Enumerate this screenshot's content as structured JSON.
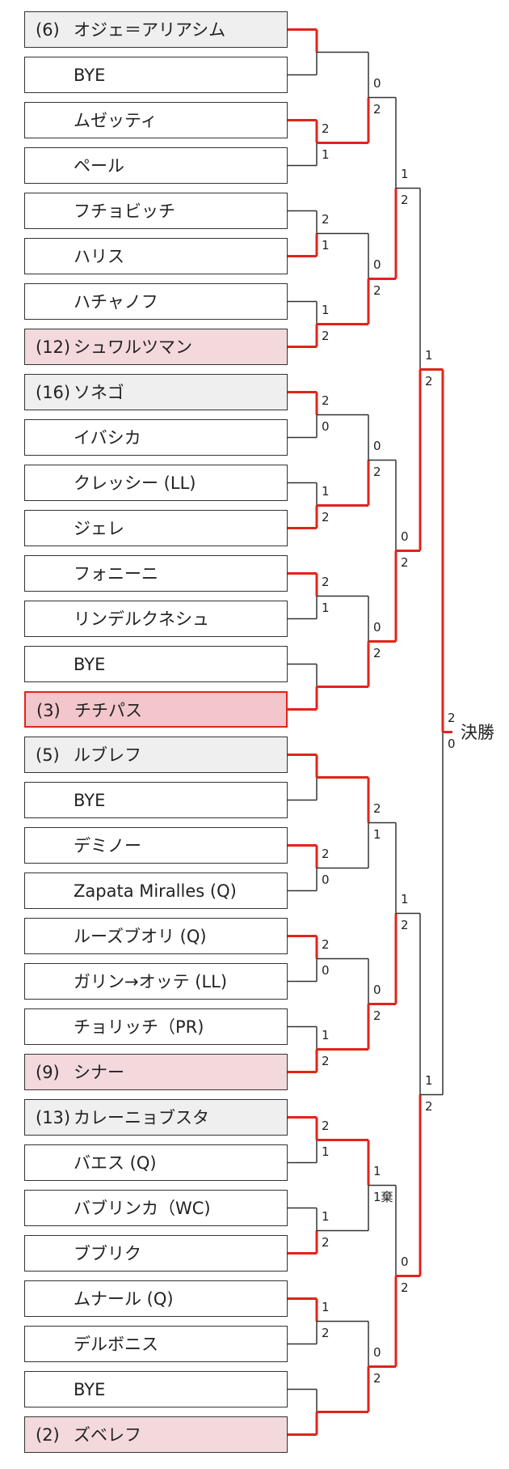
{
  "final_label": "決勝",
  "colors": {
    "winner_line": "#e0241b",
    "loser_line": "#333333"
  },
  "players": [
    {
      "seed": "(6)",
      "name": "オジェ＝アリアシム",
      "style": "seeded"
    },
    {
      "seed": "",
      "name": "BYE",
      "style": ""
    },
    {
      "seed": "",
      "name": "ムゼッティ",
      "style": ""
    },
    {
      "seed": "",
      "name": "ペール",
      "style": ""
    },
    {
      "seed": "",
      "name": "フチョビッチ",
      "style": ""
    },
    {
      "seed": "",
      "name": "ハリス",
      "style": ""
    },
    {
      "seed": "",
      "name": "ハチャノフ",
      "style": ""
    },
    {
      "seed": "(12)",
      "name": "シュワルツマン",
      "style": "hl"
    },
    {
      "seed": "(16)",
      "name": "ソネゴ",
      "style": "seeded"
    },
    {
      "seed": "",
      "name": "イバシカ",
      "style": ""
    },
    {
      "seed": "",
      "name": "クレッシー (LL)",
      "style": ""
    },
    {
      "seed": "",
      "name": "ジェレ",
      "style": ""
    },
    {
      "seed": "",
      "name": "フォニーニ",
      "style": ""
    },
    {
      "seed": "",
      "name": "リンデルクネシュ",
      "style": ""
    },
    {
      "seed": "",
      "name": "BYE",
      "style": ""
    },
    {
      "seed": "(3)",
      "name": "チチパス",
      "style": "sf"
    },
    {
      "seed": "(5)",
      "name": "ルブレフ",
      "style": "seeded"
    },
    {
      "seed": "",
      "name": "BYE",
      "style": ""
    },
    {
      "seed": "",
      "name": "デミノー",
      "style": ""
    },
    {
      "seed": "",
      "name": "Zapata Miralles (Q)",
      "style": ""
    },
    {
      "seed": "",
      "name": "ルーズブオリ (Q)",
      "style": ""
    },
    {
      "seed": "",
      "name": "ガリン→オッテ (LL)",
      "style": ""
    },
    {
      "seed": "",
      "name": "チョリッチ（PR)",
      "style": ""
    },
    {
      "seed": "(9)",
      "name": "シナー",
      "style": "hl"
    },
    {
      "seed": "(13)",
      "name": "カレーニョブスタ",
      "style": "seeded"
    },
    {
      "seed": "",
      "name": "バエス (Q)",
      "style": ""
    },
    {
      "seed": "",
      "name": "バブリンカ（WC)",
      "style": ""
    },
    {
      "seed": "",
      "name": "ブブリク",
      "style": ""
    },
    {
      "seed": "",
      "name": "ムナール (Q)",
      "style": ""
    },
    {
      "seed": "",
      "name": "デルボニス",
      "style": ""
    },
    {
      "seed": "",
      "name": "BYE",
      "style": ""
    },
    {
      "seed": "(2)",
      "name": "ズベレフ",
      "style": "hl"
    }
  ],
  "rounds": [
    [
      {
        "winner": 0,
        "scores": [
          "",
          ""
        ]
      },
      {
        "winner": 0,
        "scores": [
          "2",
          "1"
        ]
      },
      {
        "winner": 1,
        "scores": [
          "2",
          "1"
        ]
      },
      {
        "winner": 1,
        "scores": [
          "1",
          "2"
        ]
      },
      {
        "winner": 0,
        "scores": [
          "2",
          "0"
        ]
      },
      {
        "winner": 1,
        "scores": [
          "1",
          "2"
        ]
      },
      {
        "winner": 0,
        "scores": [
          "2",
          "1"
        ]
      },
      {
        "winner": 1,
        "scores": [
          "",
          ""
        ]
      },
      {
        "winner": 0,
        "scores": [
          "",
          ""
        ]
      },
      {
        "winner": 0,
        "scores": [
          "2",
          "0"
        ]
      },
      {
        "winner": 0,
        "scores": [
          "2",
          "0"
        ]
      },
      {
        "winner": 1,
        "scores": [
          "1",
          "2"
        ]
      },
      {
        "winner": 0,
        "scores": [
          "2",
          "1"
        ]
      },
      {
        "winner": 1,
        "scores": [
          "1",
          "2"
        ]
      },
      {
        "winner": 0,
        "scores": [
          "1",
          "2"
        ]
      },
      {
        "winner": 1,
        "scores": [
          "",
          ""
        ]
      }
    ],
    [
      {
        "winner": 1,
        "scores": [
          "0",
          "2"
        ]
      },
      {
        "winner": 1,
        "scores": [
          "0",
          "2"
        ]
      },
      {
        "winner": 1,
        "scores": [
          "0",
          "2"
        ]
      },
      {
        "winner": 1,
        "scores": [
          "0",
          "2"
        ]
      },
      {
        "winner": 0,
        "scores": [
          "2",
          "1"
        ]
      },
      {
        "winner": 1,
        "scores": [
          "0",
          "2"
        ]
      },
      {
        "winner": 0,
        "scores": [
          "1",
          "1棄"
        ]
      },
      {
        "winner": 1,
        "scores": [
          "0",
          "2"
        ]
      }
    ],
    [
      {
        "winner": 1,
        "scores": [
          "1",
          "2"
        ]
      },
      {
        "winner": 1,
        "scores": [
          "0",
          "2"
        ]
      },
      {
        "winner": 1,
        "scores": [
          "1",
          "2"
        ]
      },
      {
        "winner": 1,
        "scores": [
          "0",
          "2"
        ]
      }
    ],
    [
      {
        "winner": 1,
        "scores": [
          "1",
          "2"
        ]
      },
      {
        "winner": 1,
        "scores": [
          "1",
          "2"
        ]
      }
    ],
    [
      {
        "winner": 0,
        "scores": [
          "2",
          "0"
        ]
      }
    ]
  ]
}
